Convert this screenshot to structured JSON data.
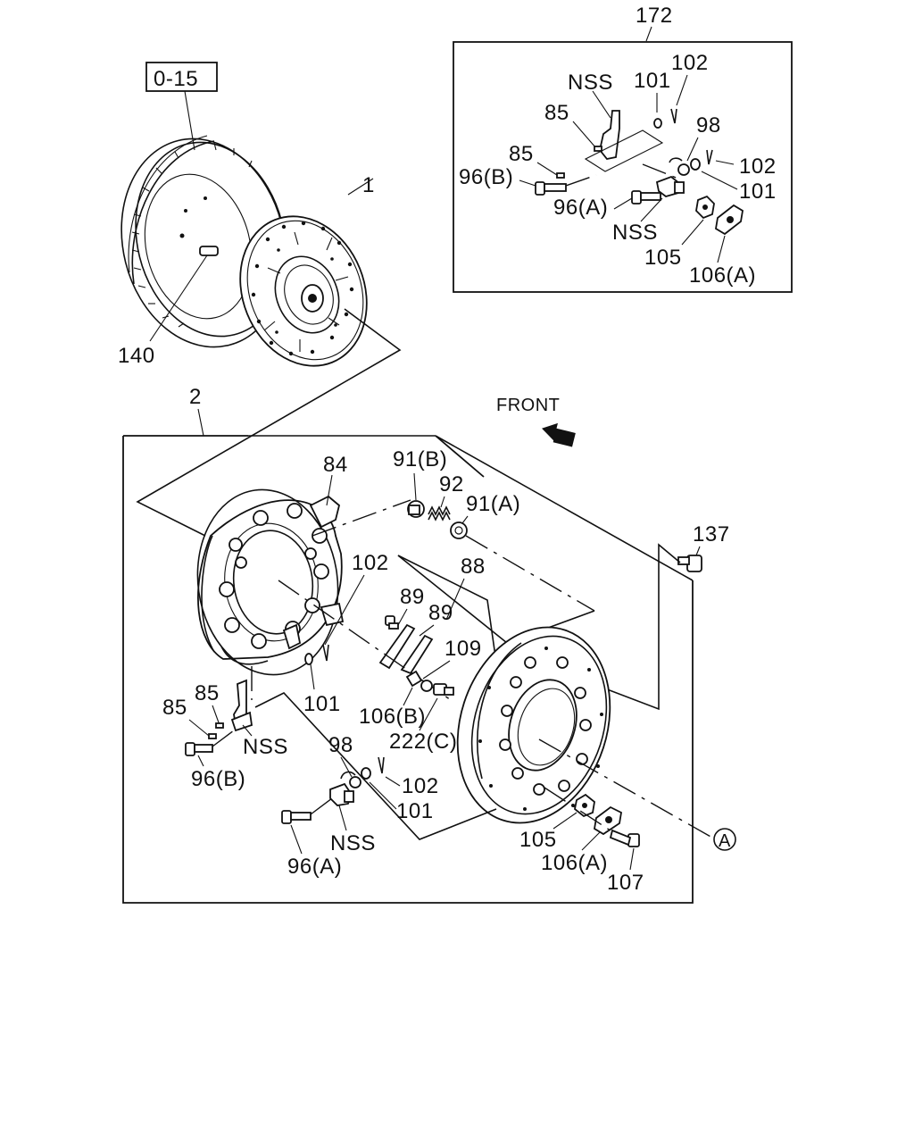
{
  "header": {
    "ref_box": "0-15",
    "front_label": "FRONT"
  },
  "callouts": {
    "n1": "1",
    "n2": "2",
    "n140": "140",
    "n172": "172",
    "box172": {
      "nss_top": "NSS",
      "c101": "101",
      "c102_top": "102",
      "c85_a": "85",
      "c85_b": "85",
      "c98": "98",
      "c102_right": "102",
      "c96b": "96(B)",
      "c101_right": "101",
      "c96a": "96(A)",
      "nss_bottom": "NSS",
      "c105": "105",
      "c106a": "106(A)"
    },
    "box2": {
      "c84": "84",
      "c91b": "91(B)",
      "c92": "92",
      "c91a": "91(A)",
      "c137": "137",
      "c102": "102",
      "c88": "88",
      "c89_a": "89",
      "c89_b": "89",
      "c109": "109",
      "c101": "101",
      "c106b": "106(B)",
      "c222c": "222(C)",
      "c85_a": "85",
      "c85_b": "85",
      "nss_left": "NSS",
      "c96b": "96(B)",
      "c98": "98",
      "c102_low": "102",
      "c101_low": "101",
      "nss_low": "NSS",
      "c96a": "96(A)",
      "c105": "105",
      "c106a": "106(A)",
      "c107": "107",
      "marker_a": "A"
    }
  }
}
